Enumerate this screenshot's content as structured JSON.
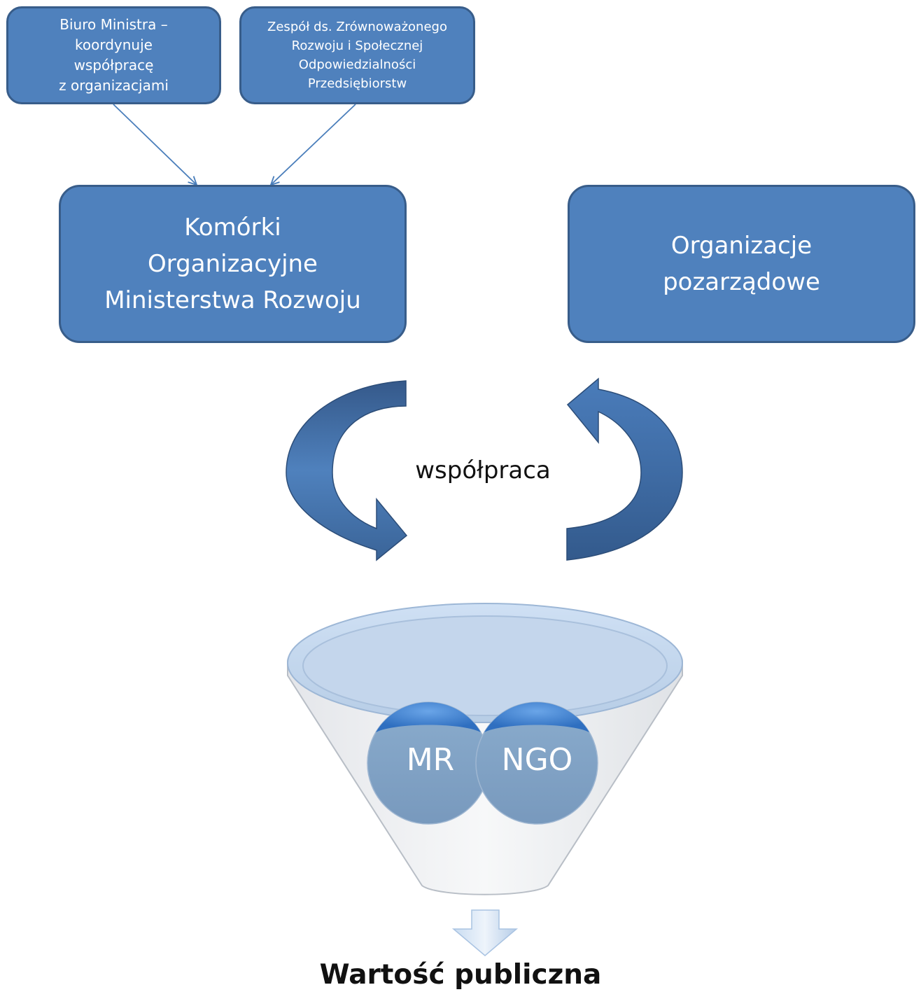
{
  "boxes": {
    "biuro": "Biuro Ministra –\nkoordynuje\nwspółpracę\nz organizacjami",
    "zespol": "Zespół ds. Zrównoważonego\nRozwoju i Społecznej\nOdpowiedzialności\nPrzedsiębiorstw",
    "komorki": "Komórki\nOrganizacyjne\nMinisterstwa Rozwoju",
    "ngo": "Organizacje\npozarządowe"
  },
  "cycle_label": "współpraca",
  "funnel": {
    "left_circle": "MR",
    "right_circle": "NGO"
  },
  "result_label": "Wartość publiczna",
  "colors": {
    "box_fill": "#4f81bd",
    "box_border": "#385d8a",
    "arrow_dark": "#3d6596",
    "arrow_light": "#4f81bd",
    "connector": "#4a7ebb"
  }
}
